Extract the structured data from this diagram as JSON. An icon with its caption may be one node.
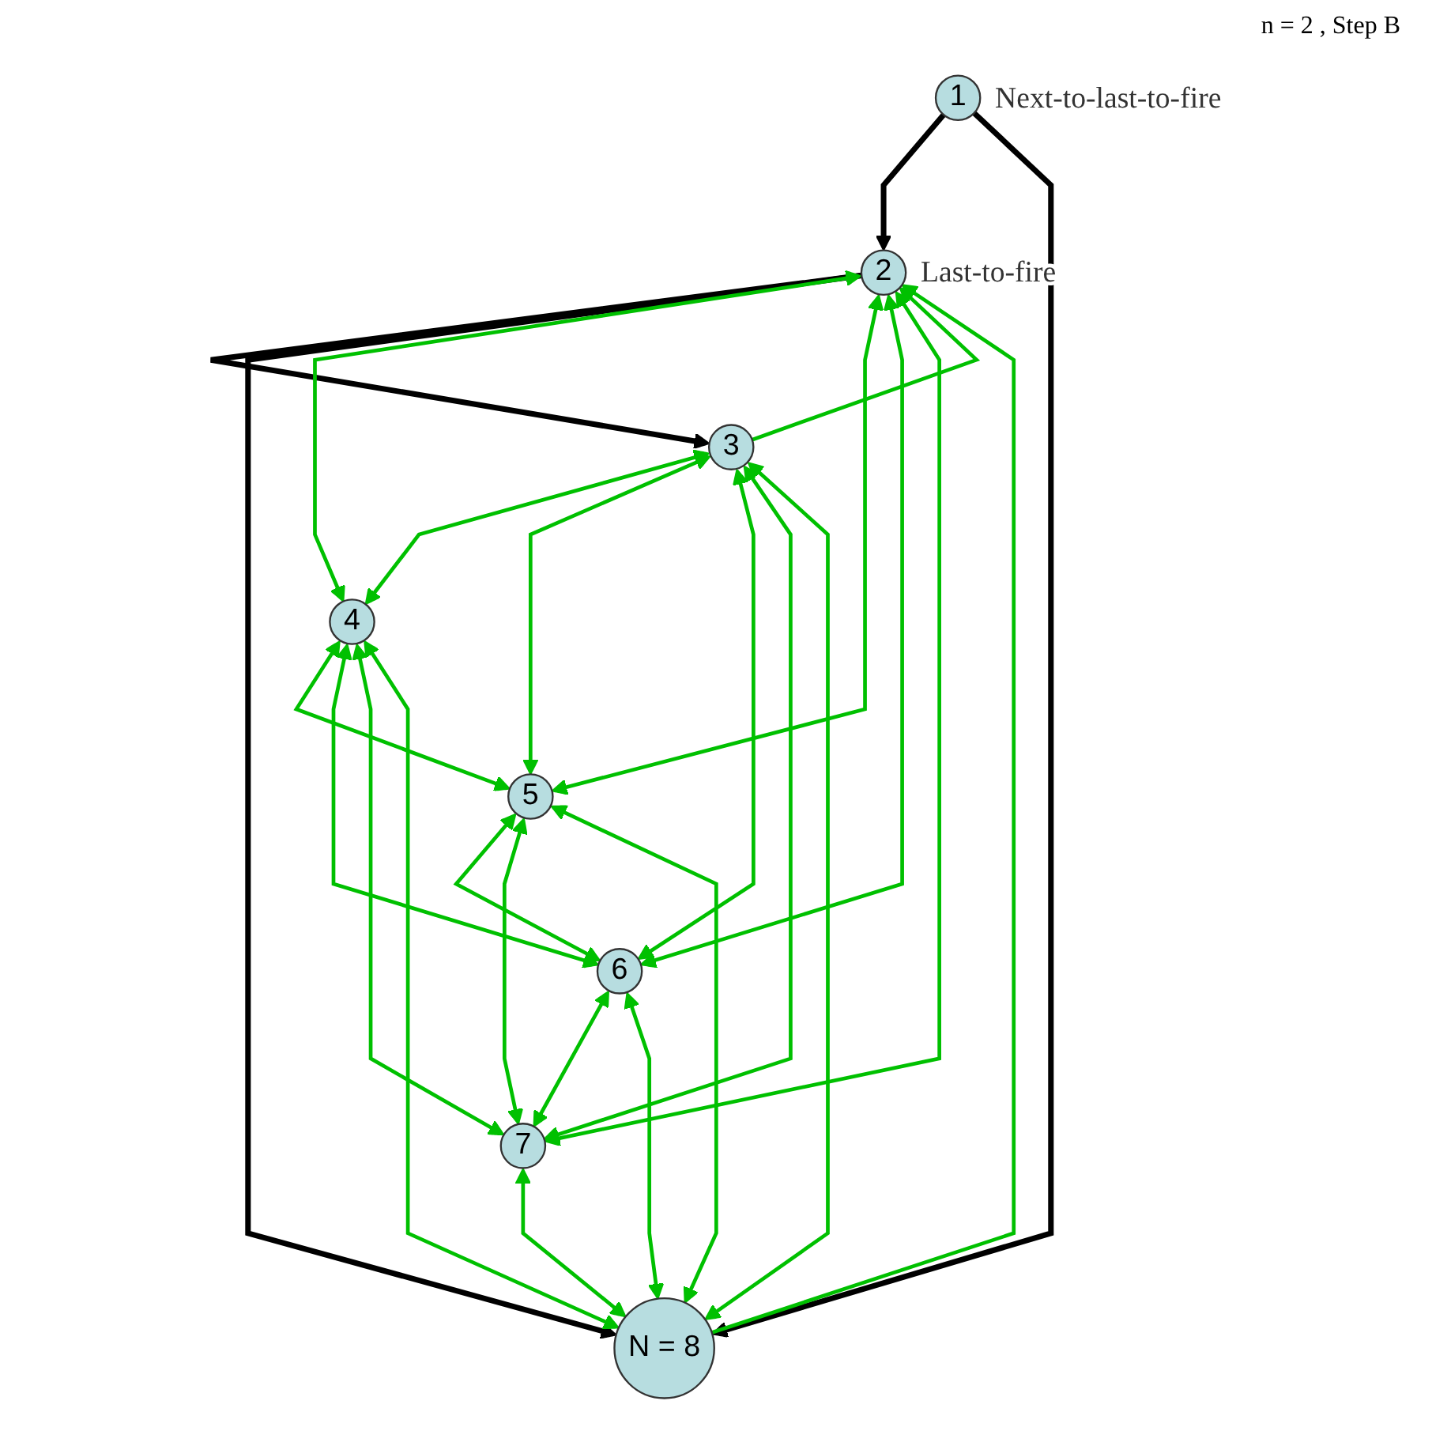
{
  "diagram": {
    "title": "n = 2 , Step B",
    "nodes": [
      {
        "text": [
          "1"
        ],
        "beside": [
          "Next-to-last-to-fire"
        ]
      },
      {
        "text": [
          "2"
        ],
        "beside": [
          "Last-to-fire"
        ]
      },
      {
        "text": [
          "3"
        ]
      },
      {
        "text": [
          "4"
        ]
      },
      {
        "text": [
          "5"
        ]
      },
      {
        "text": [
          "6"
        ]
      },
      {
        "text": [
          "7"
        ]
      },
      {
        "text": [
          "N = 8"
        ]
      }
    ],
    "edges": [
      {
        "from": 0,
        "to": 1,
        "arrow": "to",
        "color": "#000000"
      },
      {
        "from": 0,
        "to": 7,
        "arrow": "to",
        "color": "#000000"
      },
      {
        "from": 1,
        "to": 2,
        "arrow": "to",
        "color": "#000000"
      },
      {
        "from": 1,
        "to": 7,
        "arrow": "to",
        "color": "#000000"
      },
      {
        "from": 2,
        "to": 1,
        "arrow": "to"
      },
      {
        "from": 7,
        "to": 1,
        "arrow": "to"
      },
      {
        "from": 1,
        "to": 3,
        "arrow": "both"
      },
      {
        "from": 1,
        "to": 4,
        "arrow": "both"
      },
      {
        "from": 1,
        "to": 5,
        "arrow": "both"
      },
      {
        "from": 1,
        "to": 6,
        "arrow": "both"
      },
      {
        "from": 2,
        "to": 3,
        "arrow": "both"
      },
      {
        "from": 2,
        "to": 4,
        "arrow": "both"
      },
      {
        "from": 2,
        "to": 5,
        "arrow": "both"
      },
      {
        "from": 2,
        "to": 6,
        "arrow": "both"
      },
      {
        "from": 2,
        "to": 7,
        "arrow": "both"
      },
      {
        "from": 3,
        "to": 4,
        "arrow": "both"
      },
      {
        "from": 3,
        "to": 5,
        "arrow": "both"
      },
      {
        "from": 3,
        "to": 6,
        "arrow": "both"
      },
      {
        "from": 3,
        "to": 7,
        "arrow": "both"
      },
      {
        "from": 4,
        "to": 5,
        "arrow": "both"
      },
      {
        "from": 4,
        "to": 6,
        "arrow": "both"
      },
      {
        "from": 4,
        "to": 7,
        "arrow": "both"
      },
      {
        "from": 5,
        "to": 6,
        "arrow": "both"
      },
      {
        "from": 5,
        "to": 7,
        "arrow": "both"
      },
      {
        "from": 6,
        "to": 7,
        "arrow": "both"
      }
    ]
  }
}
